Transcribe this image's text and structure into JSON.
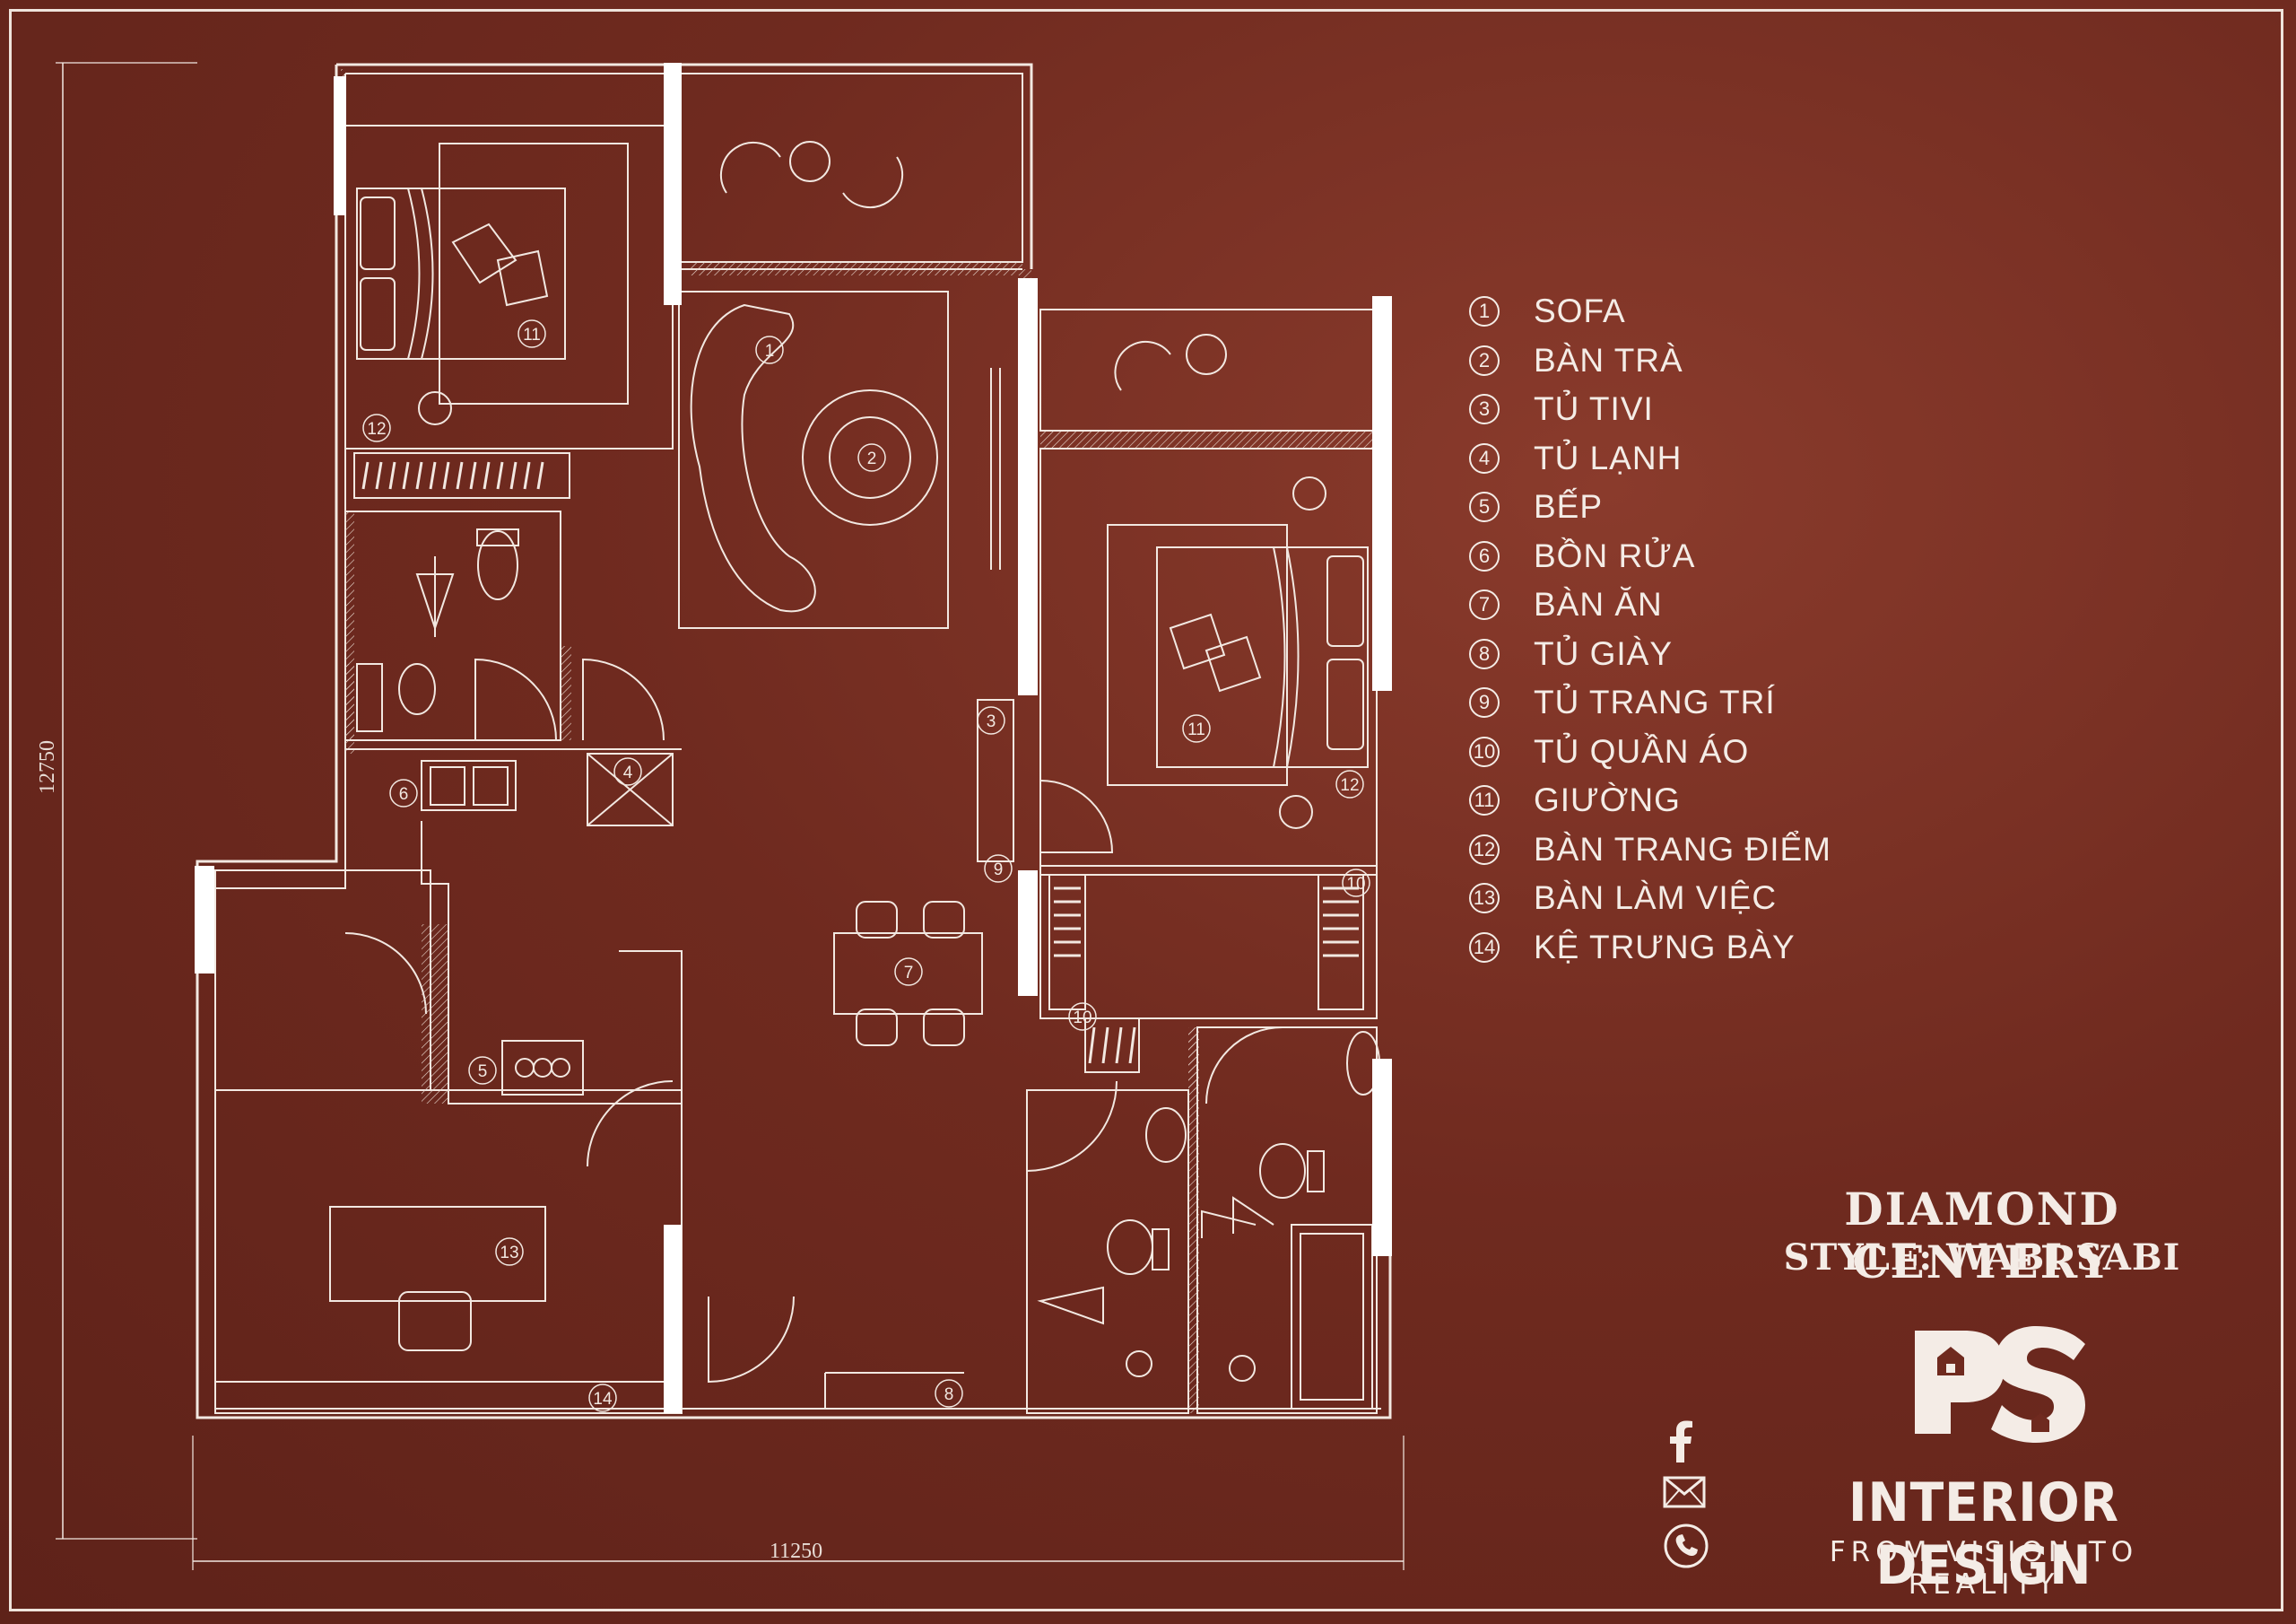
{
  "project": {
    "title": "DIAMOND CENTERY",
    "style": "STYLE: WABI SABI"
  },
  "dimensions": {
    "width": "11250",
    "height": "12750"
  },
  "legend": [
    {
      "num": "1",
      "label": "SOFA"
    },
    {
      "num": "2",
      "label": "BÀN TRÀ"
    },
    {
      "num": "3",
      "label": "TỦ TIVI"
    },
    {
      "num": "4",
      "label": "TỦ LẠNH"
    },
    {
      "num": "5",
      "label": "BẾP"
    },
    {
      "num": "6",
      "label": "BỒN RỬA"
    },
    {
      "num": "7",
      "label": "BÀN ĂN"
    },
    {
      "num": "8",
      "label": "TỦ GIÀY"
    },
    {
      "num": "9",
      "label": "TỦ TRANG TRÍ"
    },
    {
      "num": "10",
      "label": "TỦ QUẦN ÁO"
    },
    {
      "num": "11",
      "label": "GIƯỜNG"
    },
    {
      "num": "12",
      "label": "BÀN TRANG ĐIỂM"
    },
    {
      "num": "13",
      "label": "BÀN LÀM VIỆC"
    },
    {
      "num": "14",
      "label": "KỆ TRƯNG BÀY"
    }
  ],
  "plan_markers": [
    "1",
    "2",
    "3",
    "4",
    "5",
    "6",
    "7",
    "8",
    "9",
    "10",
    "11",
    "11",
    "12",
    "12",
    "13",
    "14",
    "10"
  ],
  "brand": {
    "logo_text": "PS",
    "name": "INTERIOR DESIGN",
    "tagline": "FROM VISION TO REALITY"
  },
  "contacts": [
    {
      "icon": "facebook-icon"
    },
    {
      "icon": "mail-icon"
    },
    {
      "icon": "phone-icon"
    }
  ],
  "colors": {
    "background": "#6f2a1f",
    "line": "#f4ece6"
  }
}
